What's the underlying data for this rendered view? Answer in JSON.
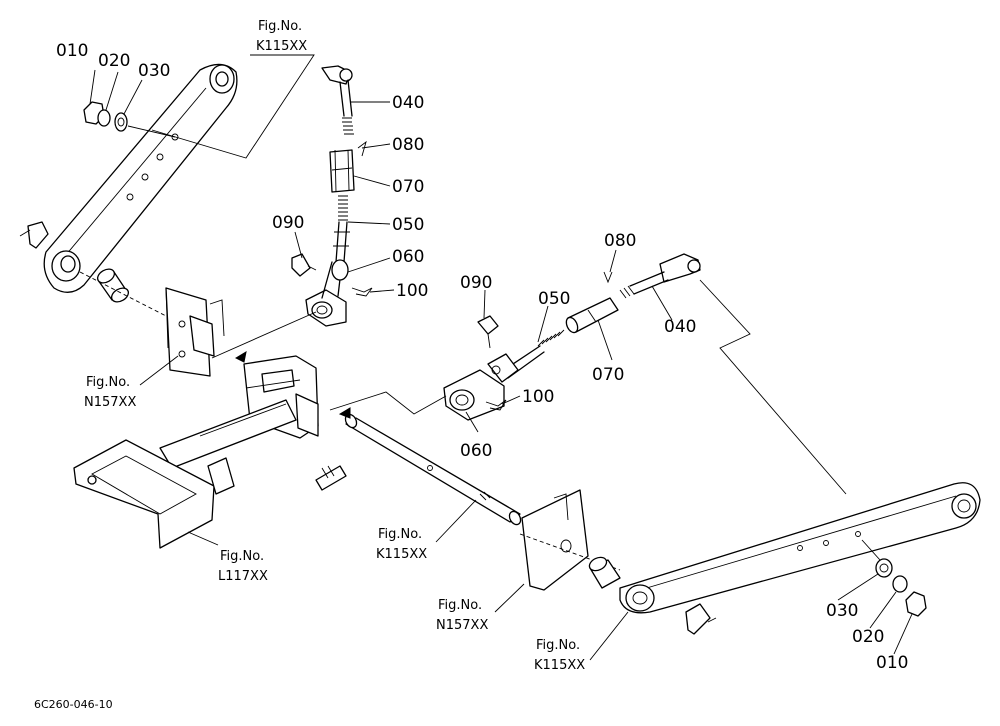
{
  "parts": {
    "p010_a": "010",
    "p020_a": "020",
    "p030_a": "030",
    "p040_a": "040",
    "p080_a": "080",
    "p070_a": "070",
    "p050_a": "050",
    "p090_a": "090",
    "p060_a": "060",
    "p100_a": "100",
    "p090_b": "090",
    "p050_b": "050",
    "p080_b": "080",
    "p040_b": "040",
    "p070_b": "070",
    "p100_b": "100",
    "p060_b": "060",
    "p030_b": "030",
    "p020_b": "020",
    "p010_b": "010"
  },
  "figrefs": {
    "top_l1": "Fig.No.",
    "top_l2": "K115XX",
    "n157a_l1": "Fig.No.",
    "n157a_l2": "N157XX",
    "l117_l1": "Fig.No.",
    "l117_l2": "L117XX",
    "k115mid_l1": "Fig.No.",
    "k115mid_l2": "K115XX",
    "n157b_l1": "Fig.No.",
    "n157b_l2": "N157XX",
    "k115bot_l1": "Fig.No.",
    "k115bot_l2": "K115XX"
  },
  "drawing_code": "6C260-046-10"
}
